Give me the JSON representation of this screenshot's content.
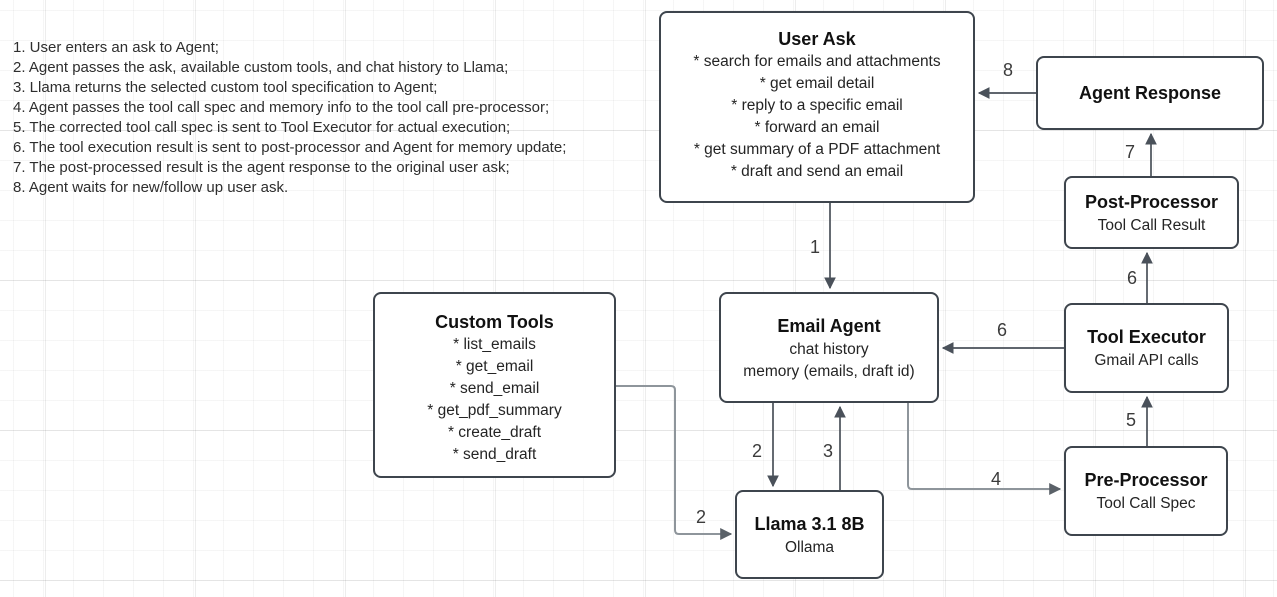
{
  "notes": {
    "steps": [
      "1. User enters an ask to Agent;",
      "2. Agent passes the ask, available custom tools, and chat history to Llama;",
      "3. Llama returns the selected custom tool specification to Agent;",
      "4. Agent passes the tool call spec and memory info to the tool call pre-processor;",
      "5. The corrected tool call spec is sent to Tool Executor for actual execution;",
      "6. The tool execution result is sent to post-processor and Agent for memory update;",
      "7. The post-processed result is the agent response to the original user ask;",
      "8. Agent waits for new/follow up user ask."
    ]
  },
  "boxes": {
    "user_ask": {
      "title": "User Ask",
      "items": [
        "* search for emails and attachments",
        "* get email detail",
        "* reply to a specific email",
        "* forward an email",
        "* get summary of a PDF attachment",
        "* draft and send an email"
      ]
    },
    "agent_response": {
      "title": "Agent Response"
    },
    "post_processor": {
      "title": "Post-Processor",
      "subtitle": "Tool Call Result"
    },
    "tool_executor": {
      "title": "Tool Executor",
      "subtitle": "Gmail API calls"
    },
    "pre_processor": {
      "title": "Pre-Processor",
      "subtitle": "Tool Call Spec"
    },
    "email_agent": {
      "title": "Email Agent",
      "lines": [
        "chat history",
        "memory (emails, draft id)"
      ]
    },
    "custom_tools": {
      "title": "Custom Tools",
      "items": [
        "* list_emails",
        "* get_email",
        "* send_email",
        "* get_pdf_summary",
        "* create_draft",
        "* send_draft"
      ]
    },
    "llama": {
      "title": "Llama 3.1 8B",
      "subtitle": "Ollama"
    }
  },
  "edge_labels": {
    "e1": "1",
    "e2_agent_to_llama": "2",
    "e2_tools_to_llama": "2",
    "e3": "3",
    "e4": "4",
    "e5": "5",
    "e6_executor_to_agent": "6",
    "e6_executor_to_post": "6",
    "e7": "7",
    "e8": "8"
  },
  "colors": {
    "node_border": "#3e454d",
    "node_fill": "#ffffff",
    "connector_dark": "#4a515a",
    "connector_light": "#8e959b",
    "text": "#1f1f1f"
  }
}
